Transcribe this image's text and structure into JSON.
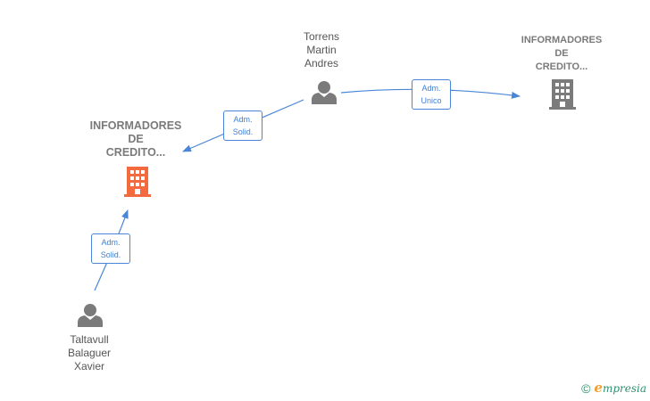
{
  "nodes": {
    "torrens": {
      "lines": [
        "Torrens",
        "Martin",
        "Andres"
      ],
      "icon": "person-icon"
    },
    "company_right": {
      "lines": [
        "INFORMADORES",
        "DE",
        "CREDITO..."
      ],
      "icon": "building-icon"
    },
    "company_focus": {
      "lines": [
        "INFORMADORES",
        "DE",
        "CREDITO..."
      ],
      "icon": "building-icon"
    },
    "taltavull": {
      "lines": [
        "Taltavull",
        "Balaguer",
        "Xavier"
      ],
      "icon": "person-icon"
    }
  },
  "edges": {
    "torrens_to_focus": {
      "lines": [
        "Adm.",
        "Solid."
      ]
    },
    "torrens_to_right": {
      "lines": [
        "Adm.",
        "Unico"
      ]
    },
    "taltavull_to_focus": {
      "lines": [
        "Adm.",
        "Solid."
      ]
    }
  },
  "colors": {
    "edge": "#4a86d8",
    "person_icon": "#7b7b7b",
    "company_icon": "#7b7b7b",
    "focus_company_icon": "#f26a3d"
  },
  "brand": {
    "symbol": "©",
    "first_letter": "e",
    "rest": "mpresia"
  }
}
